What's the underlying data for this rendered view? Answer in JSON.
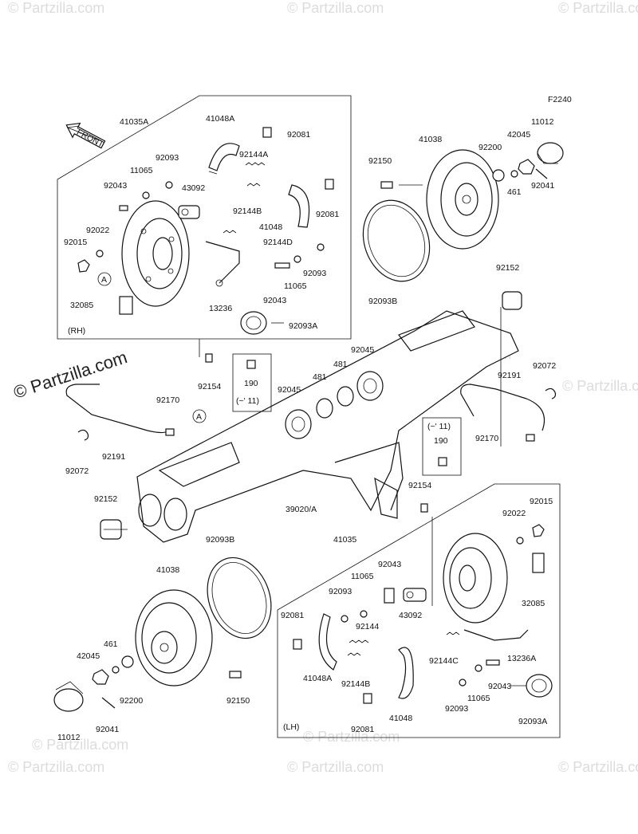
{
  "figure_code": "F2240",
  "front_arrow_label": "FRONT",
  "watermark": "© Partzilla.com",
  "rh_label": "(RH)",
  "lh_label": "(LH)",
  "callout_a": "A",
  "labels": [
    {
      "id": "41035A",
      "text": "41035A"
    },
    {
      "id": "41048A_rh",
      "text": "41048A"
    },
    {
      "id": "92081_rh_top",
      "text": "92081"
    },
    {
      "id": "92093_rh_top",
      "text": "92093"
    },
    {
      "id": "92144A",
      "text": "92144A"
    },
    {
      "id": "11065_rh",
      "text": "11065"
    },
    {
      "id": "92043_rh_top",
      "text": "92043"
    },
    {
      "id": "43092_rh",
      "text": "43092"
    },
    {
      "id": "92144B_rh",
      "text": "92144B"
    },
    {
      "id": "92081_rh_mid",
      "text": "92081"
    },
    {
      "id": "41048_rh",
      "text": "41048"
    },
    {
      "id": "92022_rh",
      "text": "92022"
    },
    {
      "id": "92144D",
      "text": "92144D"
    },
    {
      "id": "92015_rh",
      "text": "92015"
    },
    {
      "id": "92093_rh_bot",
      "text": "92093"
    },
    {
      "id": "11065_rh_bot",
      "text": "11065"
    },
    {
      "id": "92043_rh_bot",
      "text": "92043"
    },
    {
      "id": "32085_rh",
      "text": "32085"
    },
    {
      "id": "13236",
      "text": "13236"
    },
    {
      "id": "92093A_rh",
      "text": "92093A"
    },
    {
      "id": "41038_top",
      "text": "41038"
    },
    {
      "id": "92150_top",
      "text": "92150"
    },
    {
      "id": "92200_top",
      "text": "92200"
    },
    {
      "id": "42045_top",
      "text": "42045"
    },
    {
      "id": "11012_top",
      "text": "11012"
    },
    {
      "id": "461_top",
      "text": "461"
    },
    {
      "id": "92041_top",
      "text": "92041"
    },
    {
      "id": "92093B_top",
      "text": "92093B"
    },
    {
      "id": "92152_top",
      "text": "92152"
    },
    {
      "id": "92045_upper",
      "text": "92045"
    },
    {
      "id": "481_upper",
      "text": "481"
    },
    {
      "id": "481_lower",
      "text": "481"
    },
    {
      "id": "92045_lower",
      "text": "92045"
    },
    {
      "id": "92154_left",
      "text": "92154"
    },
    {
      "id": "190_box1",
      "text": "190"
    },
    {
      "id": "box1_note",
      "text": "(~' 11)"
    },
    {
      "id": "92170_left",
      "text": "92170"
    },
    {
      "id": "92191_left",
      "text": "92191"
    },
    {
      "id": "92072_left",
      "text": "92072"
    },
    {
      "id": "92191_right",
      "text": "92191"
    },
    {
      "id": "92072_right",
      "text": "92072"
    },
    {
      "id": "box2_note",
      "text": "(~' 11)"
    },
    {
      "id": "190_box2",
      "text": "190"
    },
    {
      "id": "92170_right",
      "text": "92170"
    },
    {
      "id": "92154_right",
      "text": "92154"
    },
    {
      "id": "92152_left",
      "text": "92152"
    },
    {
      "id": "39020A",
      "text": "39020/A"
    },
    {
      "id": "92093B_bot",
      "text": "92093B"
    },
    {
      "id": "41035",
      "text": "41035"
    },
    {
      "id": "41038_bot",
      "text": "41038"
    },
    {
      "id": "92015_lh",
      "text": "92015"
    },
    {
      "id": "92022_lh",
      "text": "92022"
    },
    {
      "id": "92043_lh_top",
      "text": "92043"
    },
    {
      "id": "11065_lh_top",
      "text": "11065"
    },
    {
      "id": "92093_lh_top",
      "text": "92093"
    },
    {
      "id": "32085_lh",
      "text": "32085"
    },
    {
      "id": "92081_lh_top",
      "text": "92081"
    },
    {
      "id": "43092_lh",
      "text": "43092"
    },
    {
      "id": "92144",
      "text": "92144"
    },
    {
      "id": "461_bot",
      "text": "461"
    },
    {
      "id": "42045_bot",
      "text": "42045"
    },
    {
      "id": "92144C",
      "text": "92144C"
    },
    {
      "id": "13236A",
      "text": "13236A"
    },
    {
      "id": "41048A_lh",
      "text": "41048A"
    },
    {
      "id": "92144B_lh",
      "text": "92144B"
    },
    {
      "id": "92043_lh_bot",
      "text": "92043"
    },
    {
      "id": "92093_lh_bot",
      "text": "92093"
    },
    {
      "id": "11065_lh_bot",
      "text": "11065"
    },
    {
      "id": "92093A_lh",
      "text": "92093A"
    },
    {
      "id": "92200_bot",
      "text": "92200"
    },
    {
      "id": "92150_bot",
      "text": "92150"
    },
    {
      "id": "11012_bot",
      "text": "11012"
    },
    {
      "id": "92041_bot",
      "text": "92041"
    },
    {
      "id": "92081_lh_bot",
      "text": "92081"
    },
    {
      "id": "41048_lh",
      "text": "41048"
    }
  ]
}
